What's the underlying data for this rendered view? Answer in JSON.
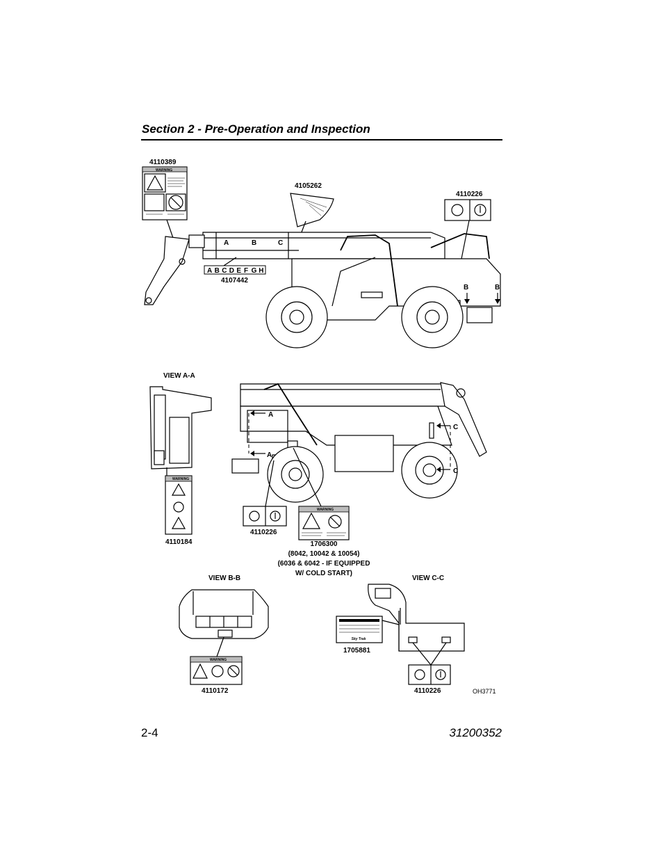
{
  "header": {
    "section_title": "Section 2 - Pre-Operation and Inspection"
  },
  "footer": {
    "page_number": "2-4",
    "doc_number": "31200352"
  },
  "figure": {
    "side_view": {
      "decal_4110389": "4110389",
      "decal_4105262": "4105262",
      "decal_4110226_top": "4110226",
      "decal_4107442": "4107442",
      "boom_marks": [
        "A",
        "B",
        "C"
      ],
      "strip_letters": [
        "A",
        "B",
        "C",
        "D",
        "E",
        "F",
        "G",
        "H"
      ],
      "section_b_left": "B",
      "section_b_right": "B",
      "warning_word": "WARNING"
    },
    "rear_view": {
      "view_aa_label": "VIEW A-A",
      "decal_4110184": "4110184",
      "decal_4110226_mid": "4110226",
      "decal_1706300_lines": [
        "1706300",
        "(8042, 10042 & 10054)",
        "(6036 & 6042 - IF EQUIPPED",
        "W/ COLD START)"
      ],
      "section_a_upper": "A",
      "section_a_lower": "A",
      "section_c_upper": "C",
      "section_c_lower": "C"
    },
    "view_bb": {
      "label": "VIEW B-B",
      "decal_4110172": "4110172"
    },
    "view_cc": {
      "label": "VIEW C-C",
      "decal_1705881": "1705881",
      "decal_4110226_bottom": "4110226",
      "skytrak_text": "Sky Trak"
    },
    "figure_id": "OH3771"
  }
}
